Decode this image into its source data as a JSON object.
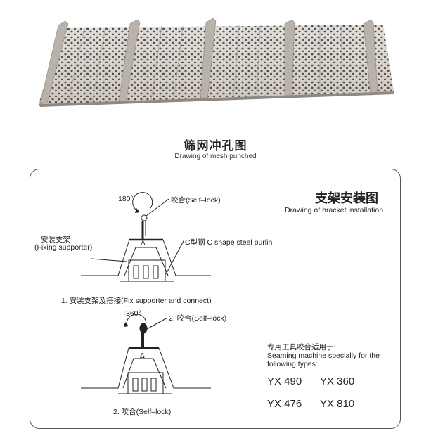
{
  "mesh": {
    "title": "筛网冲孔图",
    "subtitle": "Drawing of mesh punched"
  },
  "bracket": {
    "title": "支架安装图",
    "subtitle": "Drawing of bracket installation"
  },
  "labels": {
    "angle_180": "180°",
    "self_lock_1": "咬合(Self–lock)",
    "fixing_cn": "安装支架",
    "fixing_en": "(Fixing supporter)",
    "purlin": "C型钢 C shape steel purlin",
    "step1": "1. 安装支架及搭接(Fix supporter and connect)",
    "angle_360": "360°",
    "self_lock_2": "2. 咬合(Self–lock)",
    "step2": "2. 咬合(Self–lock)",
    "triangle_1": "Δ",
    "triangle_2": "Δ"
  },
  "seaming": {
    "heading_cn": "专用工具咬合适用于:",
    "heading_en_1": "Seaming machine specially for the",
    "heading_en_2": "following types:",
    "models": [
      "YX 490",
      "YX 360",
      "YX 476",
      "YX 810"
    ]
  },
  "colors": {
    "panel_face": "#d8d2cc",
    "panel_shadow": "#a9a29c",
    "hole": "#3a3a3a",
    "line": "#222222"
  }
}
